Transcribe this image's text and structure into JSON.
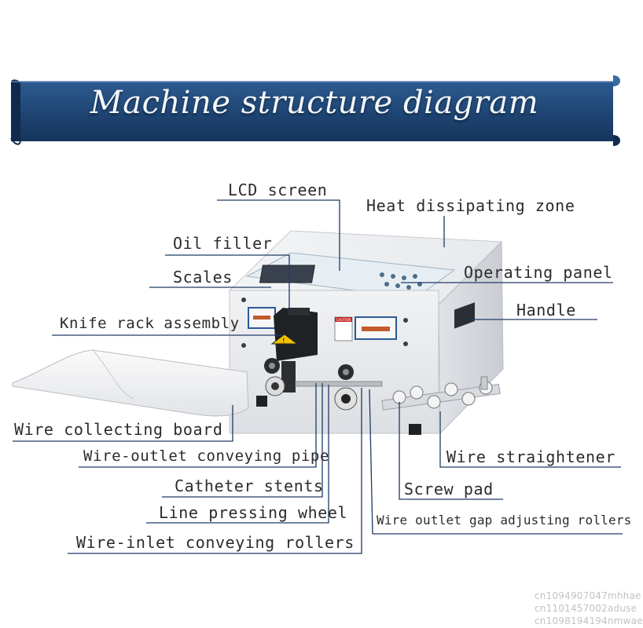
{
  "banner": {
    "title": "Machine structure diagram"
  },
  "labels": {
    "lcd_screen": "LCD screen",
    "heat_zone": "Heat dissipating zone",
    "oil_filler": "Oil filler",
    "scales": "Scales",
    "operating_panel": "Operating panel",
    "handle": "Handle",
    "knife_rack": "Knife rack assembly",
    "wire_collecting_board": "Wire collecting board",
    "wire_outlet_pipe": "Wire-outlet conveying pipe",
    "wire_straightener": "Wire straightener",
    "catheter_stents": "Catheter stents",
    "screw_pad": "Screw pad",
    "line_pressing_wheel": "Line pressing wheel",
    "gap_rollers": "Wire outlet gap adjusting rollers",
    "inlet_rollers": "Wire-inlet conveying rollers"
  },
  "panel": {
    "caution_text": "CAUTION"
  },
  "watermarks": [
    "cn1094907047mhhae",
    "cn1101457002aduse",
    "cn1098194194nmwae"
  ],
  "colors": {
    "banner": "#1e4472",
    "leader": "#1e3a66"
  }
}
